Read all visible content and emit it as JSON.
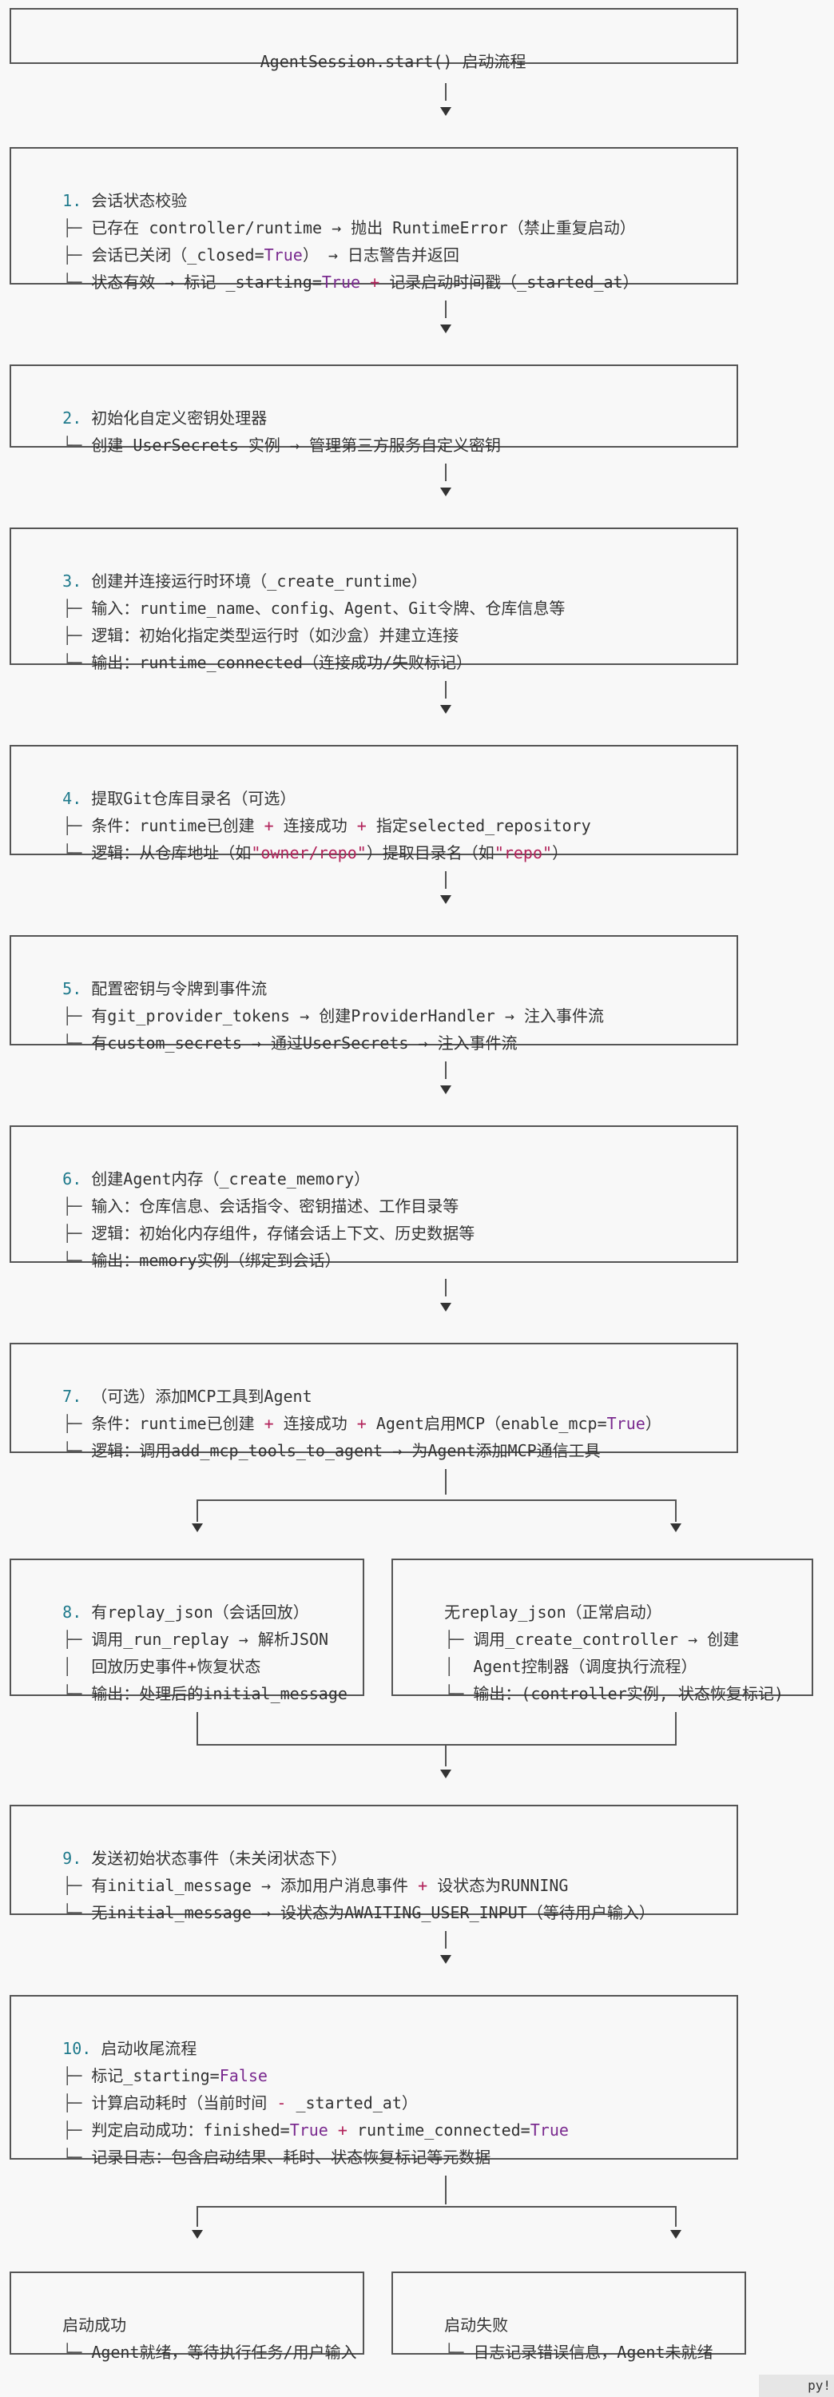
{
  "title": {
    "code": "AgentSession.start()",
    "text": " 启动流程"
  },
  "steps": {
    "s1": {
      "num": "1.",
      "head": " 会话状态校验",
      "l1": {
        "a": "已存在 controller/runtime → 抛出 RuntimeError（禁止重复启动）"
      },
      "l2": {
        "a": "会话已关闭（_closed=",
        "kw": "True",
        "b": "） → 日志警告并返回"
      },
      "l3": {
        "a": "状态有效 → 标记 _starting=",
        "kw": "True",
        "op": " + ",
        "b": "记录启动时间戳（_started_at）"
      }
    },
    "s2": {
      "num": "2.",
      "head": " 初始化自定义密钥处理器",
      "l1": {
        "a": "创建 UserSecrets 实例 → 管理第三方服务自定义密钥"
      }
    },
    "s3": {
      "num": "3.",
      "head": " 创建并连接运行时环境（_create_runtime）",
      "l1": {
        "a": "输入：runtime_name、config、Agent、Git令牌、仓库信息等"
      },
      "l2": {
        "a": "逻辑：初始化指定类型运行时（如沙盒）并建立连接"
      },
      "l3": {
        "a": "输出：runtime_connected（连接成功/失败标记）"
      }
    },
    "s4": {
      "num": "4.",
      "head": " 提取Git仓库目录名（可选）",
      "l1": {
        "a": "条件：runtime已创建",
        "op1": " + ",
        "b": "连接成功",
        "op2": " + ",
        "c": "指定selected_repository"
      },
      "l2": {
        "a": "逻辑：从仓库地址（如",
        "s1": "\"owner/repo\"",
        "b": "）提取目录名（如",
        "s2": "\"repo\"",
        "c": "）"
      }
    },
    "s5": {
      "num": "5.",
      "head": " 配置密钥与令牌到事件流",
      "l1": {
        "a": "有git_provider_tokens → 创建ProviderHandler → 注入事件流"
      },
      "l2": {
        "a": "有custom_secrets → 通过UserSecrets → 注入事件流"
      }
    },
    "s6": {
      "num": "6.",
      "head": " 创建Agent内存（_create_memory）",
      "l1": {
        "a": "输入：仓库信息、会话指令、密钥描述、工作目录等"
      },
      "l2": {
        "a": "逻辑：初始化内存组件，存储会话上下文、历史数据等"
      },
      "l3": {
        "a": "输出：memory实例（绑定到会话）"
      }
    },
    "s7": {
      "num": "7.",
      "head": " （可选）添加MCP工具到Agent",
      "l1": {
        "a": "条件：runtime已创建",
        "op1": " + ",
        "b": "连接成功",
        "op2": " + ",
        "c": "Agent启用MCP（enable_mcp=",
        "kw": "True",
        "d": "）"
      },
      "l2": {
        "a": "逻辑：调用add_mcp_tools_to_agent → 为Agent添加MCP通信工具"
      }
    },
    "s8": {
      "num": "8.",
      "head": " 有replay_json（会话回放）",
      "l1": {
        "a": "调用_run_replay → 解析JSON"
      },
      "l2": {
        "a": "回放历史事件+恢复状态"
      },
      "l3": {
        "a": "输出：处理后的initial_message"
      }
    },
    "s8b": {
      "head": "无replay_json（正常启动）",
      "l1": {
        "a": "调用_create_controller → 创建"
      },
      "l2": {
        "a": "Agent控制器（调度执行流程）"
      },
      "l3": {
        "a": "输出：(controller实例, 状态恢复标记)"
      }
    },
    "s9": {
      "num": "9.",
      "head": " 发送初始状态事件（未关闭状态下）",
      "l1": {
        "a": "有initial_message → 添加用户消息事件",
        "op": " + ",
        "b": "设状态为RUNNING"
      },
      "l2": {
        "a": "无initial_message → 设状态为AWAITING_USER_INPUT（等待用户输入）"
      }
    },
    "s10": {
      "num": "10.",
      "head": " 启动收尾流程",
      "l1": {
        "a": "标记_starting=",
        "kw": "False"
      },
      "l2": {
        "a": "计算启动耗时（当前时间",
        "op": " - ",
        "b": "_started_at）"
      },
      "l3": {
        "a": "判定启动成功：finished=",
        "kw1": "True",
        "op": " + ",
        "b": "runtime_connected=",
        "kw2": "True"
      },
      "l4": {
        "a": "记录日志：包含启动结果、耗时、状态恢复标记等元数据"
      }
    },
    "ok": {
      "head": "启动成功",
      "l1": {
        "a": "Agent就绪，等待执行任务/用户输入"
      }
    },
    "fail": {
      "head": "启动失败",
      "l1": {
        "a": "日志记录错误信息，Agent未就绪"
      }
    }
  },
  "tree": {
    "branch": "├─",
    "last": "└─",
    "pipe": "│"
  },
  "corner_label": "py!"
}
